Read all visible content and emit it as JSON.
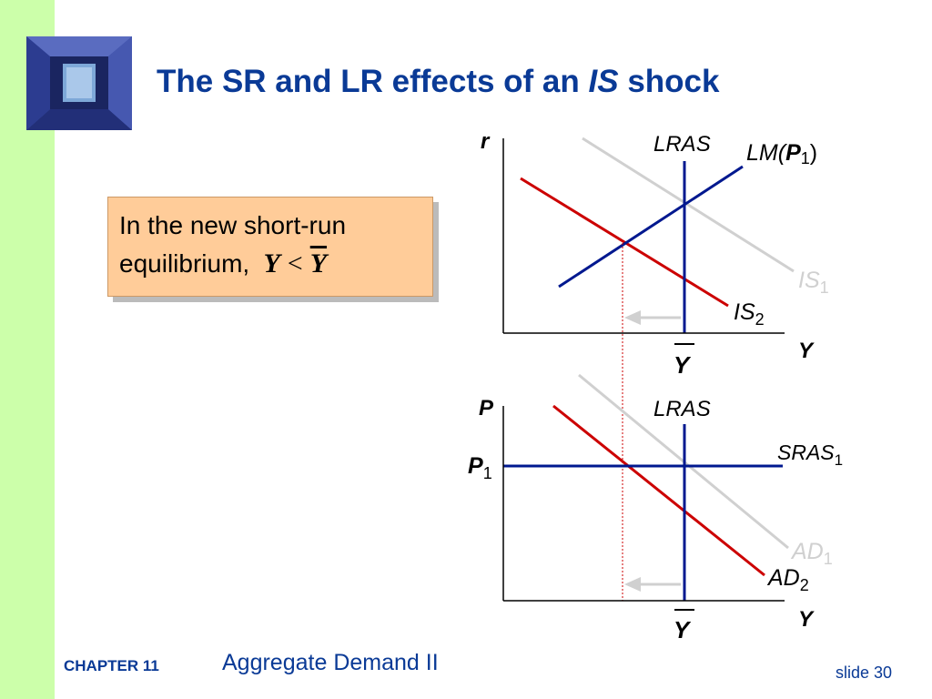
{
  "title": {
    "main": "The SR and LR effects of an",
    "italic": "IS",
    "tail": "shock"
  },
  "callout": {
    "line1": "In the new short-run",
    "line2": "equilibrium,",
    "y": "Y",
    "lt": "<",
    "ybar": "Y"
  },
  "top_graph": {
    "y_axis": "r",
    "x_axis": "Y",
    "ybar": "Y",
    "lras": "LRAS",
    "lm": {
      "pre": "LM(",
      "p": "P",
      "sub": "1",
      "post": ")"
    },
    "is1": {
      "main": "IS",
      "sub": "1"
    },
    "is2": {
      "main": "IS",
      "sub": "2"
    }
  },
  "bottom_graph": {
    "y_axis": "P",
    "x_axis": "Y",
    "ybar": "Y",
    "lras": "LRAS",
    "p1": {
      "main": "P",
      "sub": "1"
    },
    "sras": {
      "main": "SRAS",
      "sub": "1"
    },
    "ad1": {
      "main": "AD",
      "sub": "1"
    },
    "ad2": {
      "main": "AD",
      "sub": "2"
    }
  },
  "footer": {
    "chapter": "CHAPTER 11",
    "subject": "Aggregate Demand II",
    "slide": "slide 30"
  },
  "colors": {
    "title": "#0a3a96",
    "red": "#cc0000",
    "blue": "#00188f",
    "faded": "#d0d0d0",
    "left_strip": "#ccffaa",
    "callout": "#ffcc99"
  }
}
